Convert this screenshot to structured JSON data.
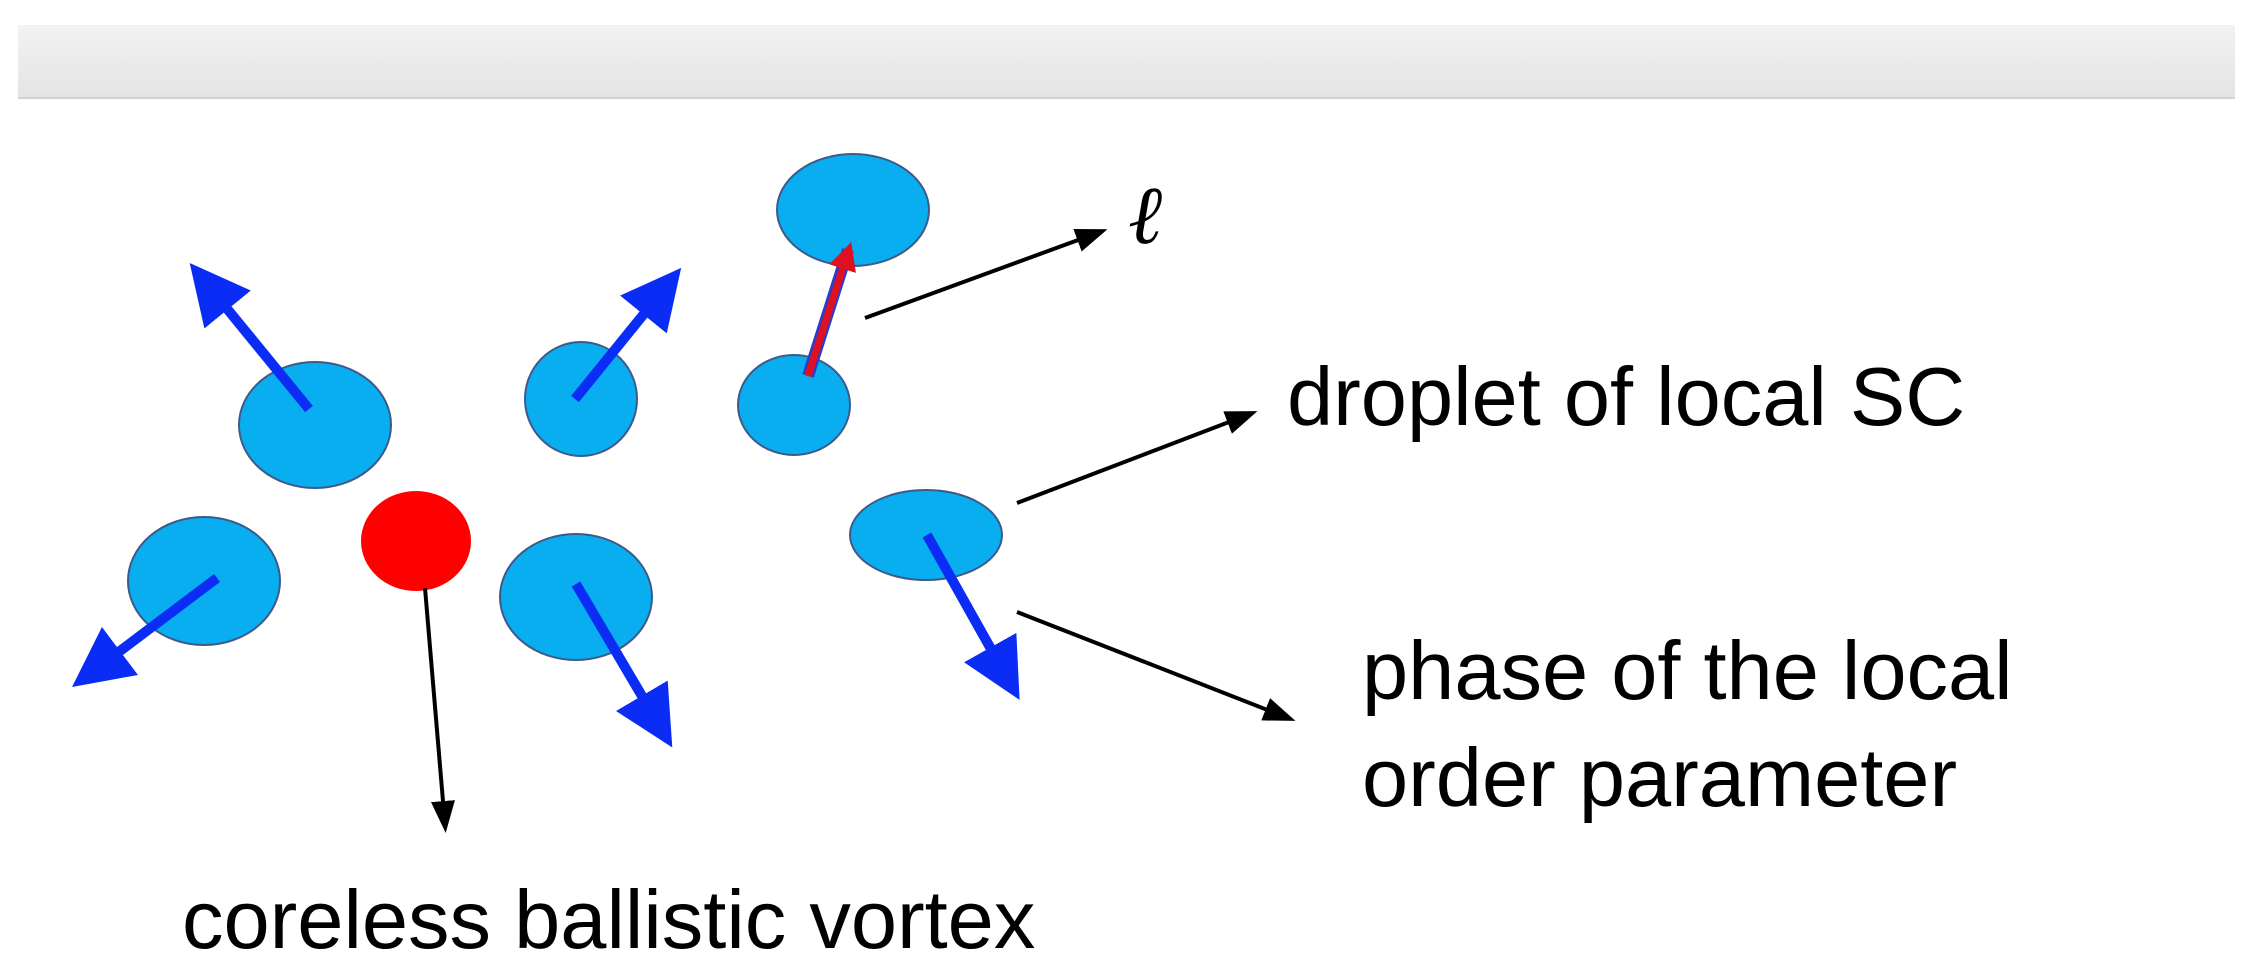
{
  "colors": {
    "droplet_fill": "#08aef0",
    "droplet_stroke": "#3d5a8a",
    "phase_arrow": "#0b2cf5",
    "vortex": "#ff0000",
    "length_arrow": "#e01020",
    "pointer": "#000000",
    "top_bar": "#e8e8e8"
  },
  "labels": {
    "length": "ℓ",
    "droplet": "droplet of local SC",
    "phase_line1": "phase of the local",
    "phase_line2": "order parameter",
    "vortex": "coreless ballistic vortex"
  }
}
